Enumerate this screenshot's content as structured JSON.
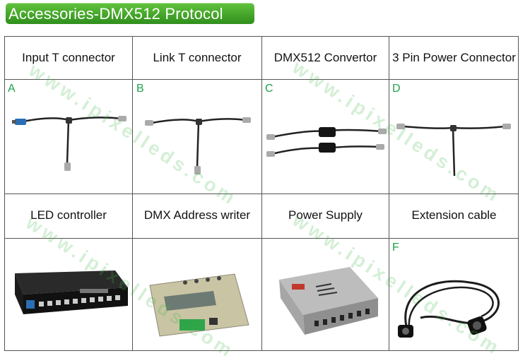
{
  "title": "Accessories-DMX512 Protocol",
  "watermark": "www.ipixelleds.com",
  "row1": [
    {
      "label": "Input T connector",
      "letter": "A"
    },
    {
      "label": "Link T connector",
      "letter": "B"
    },
    {
      "label": "DMX512 Convertor",
      "letter": "C"
    },
    {
      "label": "3 Pin Power Connector",
      "letter": "D"
    }
  ],
  "row2": [
    {
      "label": "LED controller",
      "letter": ""
    },
    {
      "label": "DMX Address writer",
      "letter": ""
    },
    {
      "label": "Power Supply",
      "letter": ""
    },
    {
      "label": "Extension cable",
      "letter": "F"
    }
  ],
  "colors": {
    "banner": "#3aa52a",
    "letters": "#1fa24a",
    "watermark": "#3cb446"
  }
}
